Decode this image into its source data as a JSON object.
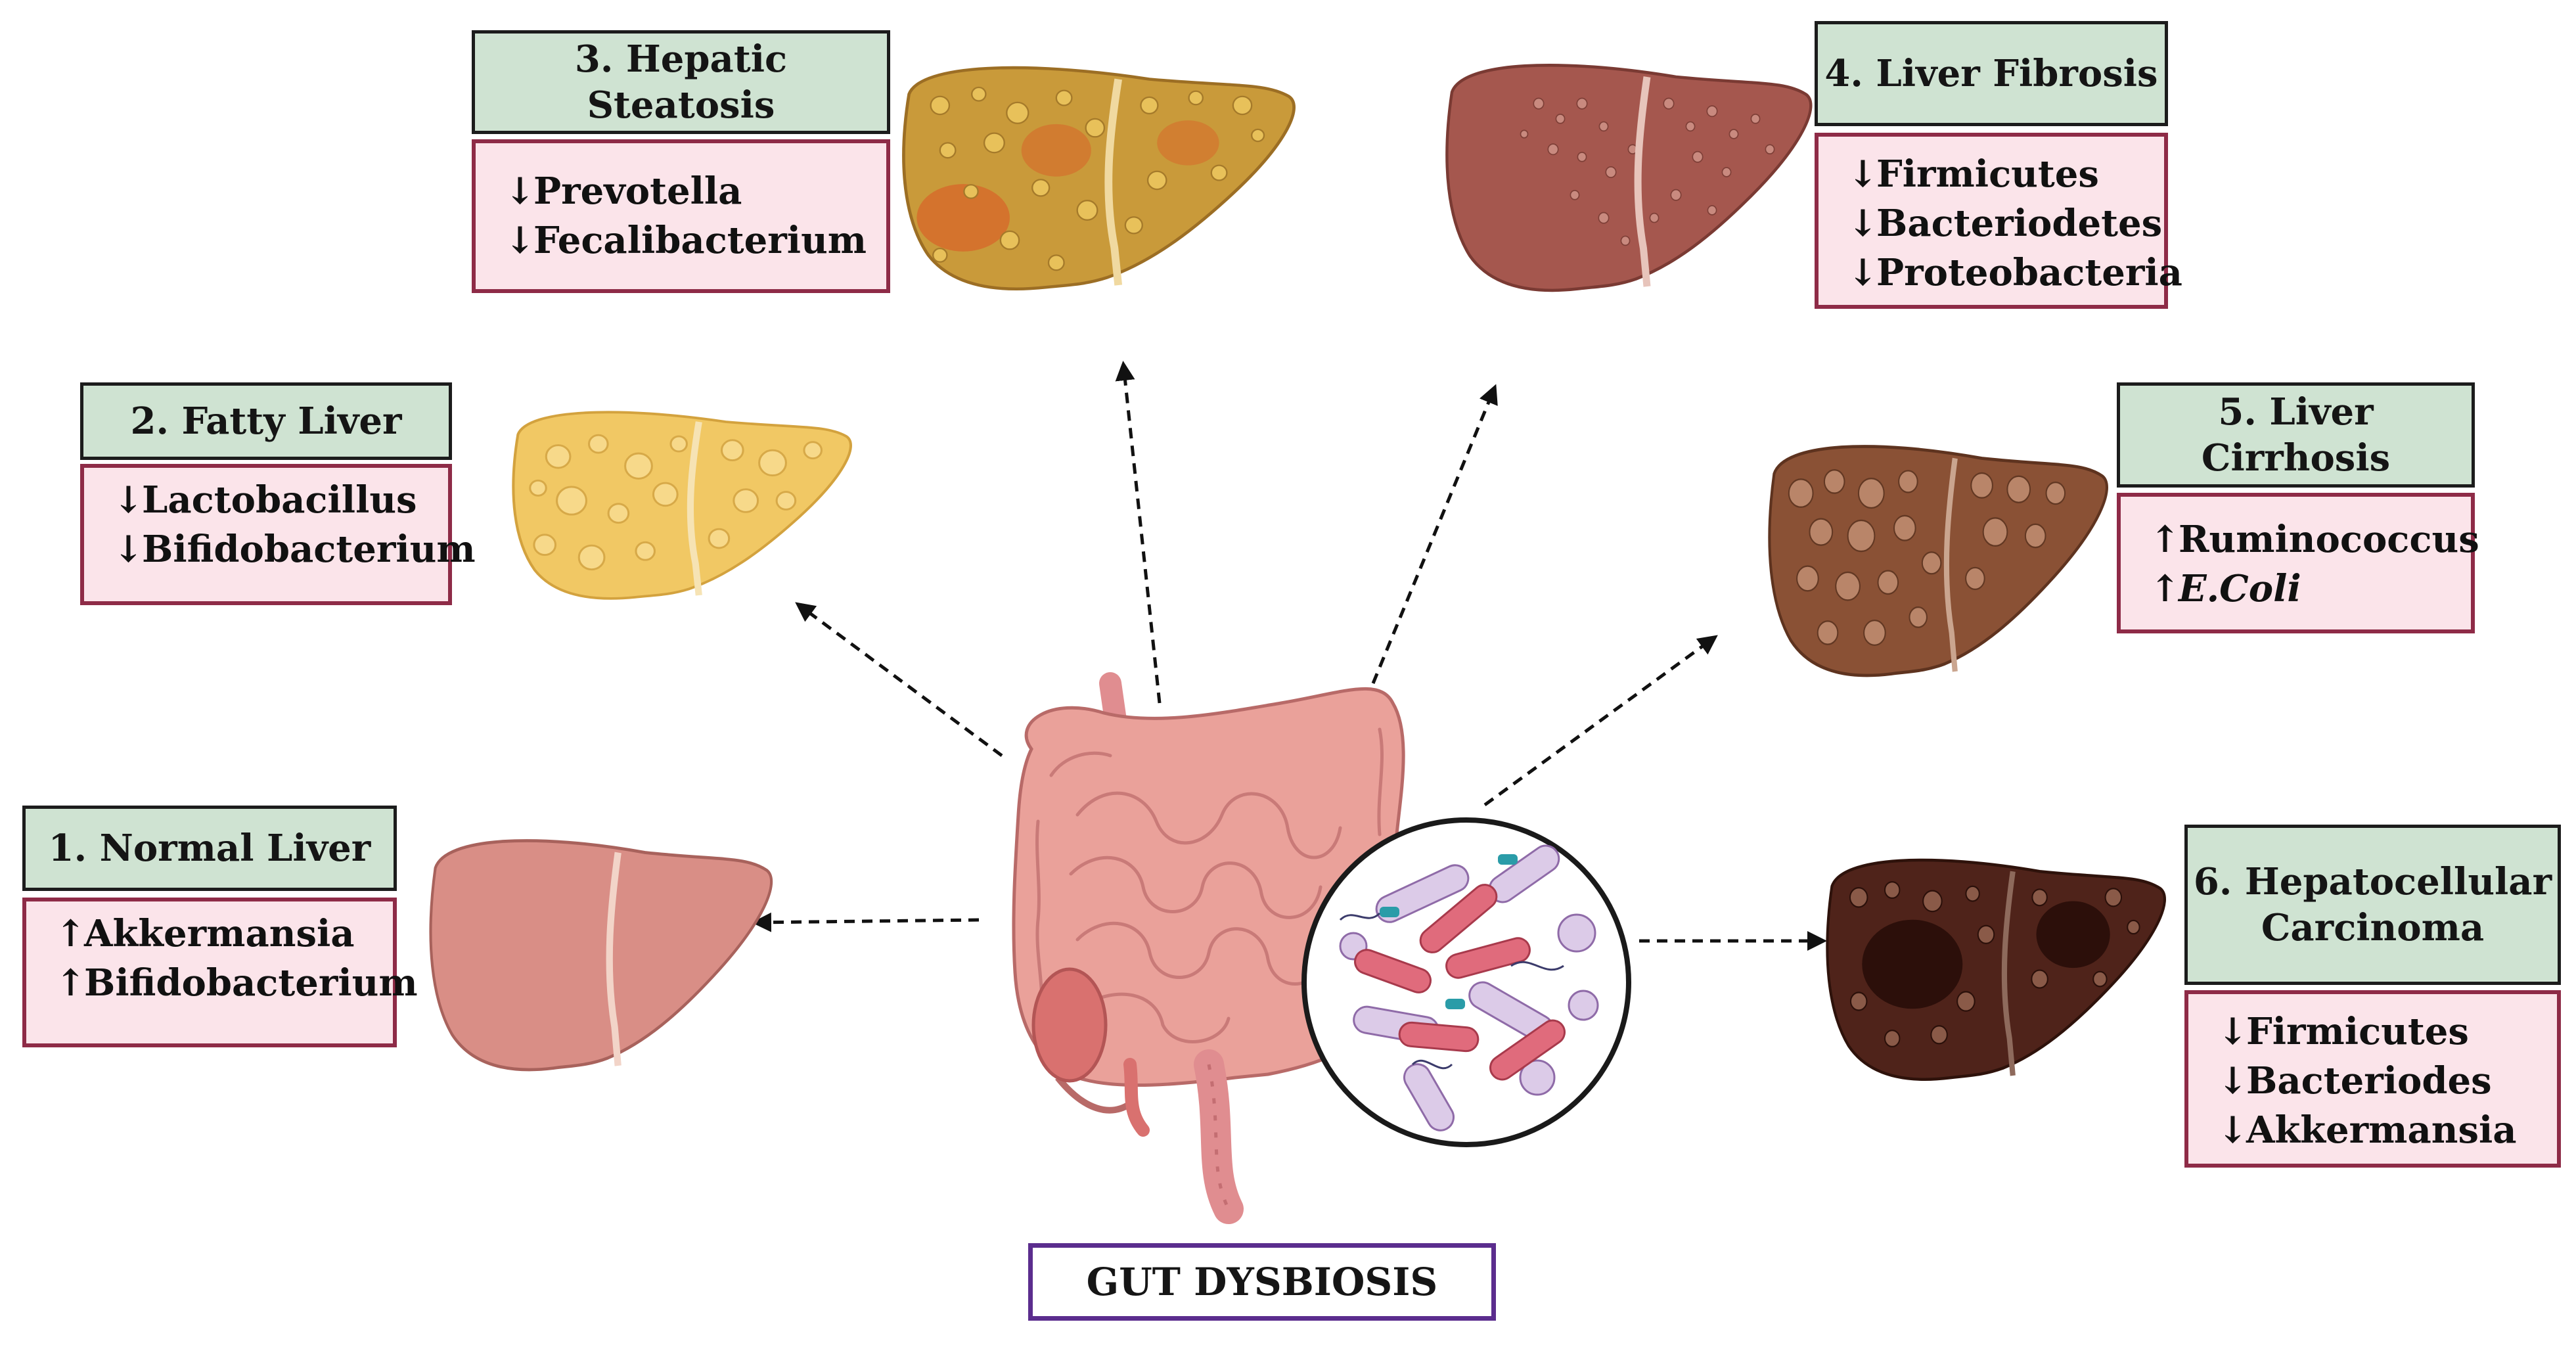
{
  "stages": [
    {
      "id": "normal",
      "title": "1. Normal Liver",
      "bacteria": [
        {
          "arrow": "↑",
          "name": "Akkermansia",
          "italic": false
        },
        {
          "arrow": "↑",
          "name": "Bifidobacterium",
          "italic": false
        }
      ]
    },
    {
      "id": "fatty",
      "title": "2. Fatty Liver",
      "bacteria": [
        {
          "arrow": "↓",
          "name": "Lactobacillus",
          "italic": false
        },
        {
          "arrow": "↓",
          "name": "Bifidobacterium",
          "italic": false
        }
      ]
    },
    {
      "id": "steatosis",
      "title": "3. Hepatic Steatosis",
      "bacteria": [
        {
          "arrow": "↓",
          "name": "Prevotella",
          "italic": false
        },
        {
          "arrow": "↓",
          "name": "Fecalibacterium",
          "italic": false
        }
      ]
    },
    {
      "id": "fibrosis",
      "title": "4. Liver Fibrosis",
      "bacteria": [
        {
          "arrow": "↓",
          "name": "Firmicutes",
          "italic": false
        },
        {
          "arrow": "↓",
          "name": "Bacteriodetes",
          "italic": false
        },
        {
          "arrow": "↓",
          "name": "Proteobacteria",
          "italic": false
        }
      ]
    },
    {
      "id": "cirrhosis",
      "title": "5. Liver Cirrhosis",
      "bacteria": [
        {
          "arrow": "↑",
          "name": "Ruminococcus",
          "italic": false
        },
        {
          "arrow": "↑",
          "name": "E.Coli",
          "italic": true
        }
      ]
    },
    {
      "id": "hcc",
      "title_lines": [
        "6. Hepatocellular",
        "Carcinoma"
      ],
      "bacteria": [
        {
          "arrow": "↓",
          "name": "Firmicutes",
          "italic": false
        },
        {
          "arrow": "↓",
          "name": "Bacteriodes",
          "italic": false
        },
        {
          "arrow": "↓",
          "name": "Akkermansia",
          "italic": false
        }
      ]
    }
  ],
  "center_label": "GUT DYSBIOSIS",
  "colors": {
    "stage_box_fill": "#cfe3d2",
    "bacteria_box_fill": "#fbe4ea",
    "bacteria_box_border": "#8e2b47",
    "center_box_border": "#5b2d8e",
    "normal_liver": "#d98e86",
    "fatty_liver": "#f1c864",
    "steatosis_liver": "#c99a3a",
    "fibrosis_liver": "#a5574e",
    "cirrhosis_liver": "#8a5135",
    "hcc_liver": "#4f231a",
    "intestine": "#eaa19a"
  }
}
